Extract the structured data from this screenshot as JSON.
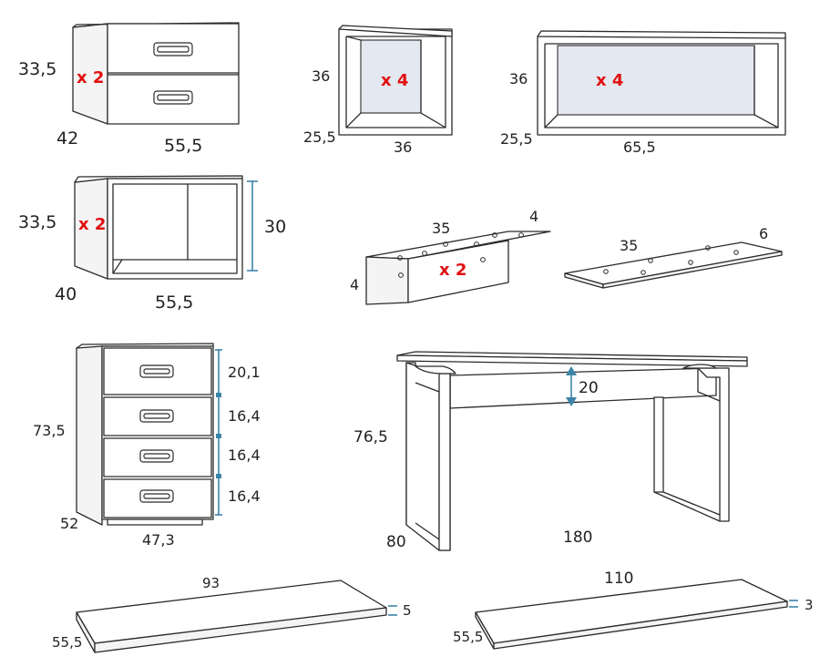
{
  "colors": {
    "line": "#2b2b2b",
    "dimension": "#3c84a8",
    "quantity": "#e01010",
    "back_panel": "#e4e8f0"
  },
  "modules": {
    "drawer_unit_small": {
      "height": "33,5",
      "depth": "42",
      "width": "55,5",
      "quantity": "x 2"
    },
    "cube_shelf": {
      "height": "36",
      "depth": "25,5",
      "width": "36",
      "quantity": "x 4"
    },
    "long_shelf": {
      "height": "36",
      "depth": "25,5",
      "width": "65,5",
      "quantity": "x 4"
    },
    "open_box": {
      "height": "33,5",
      "depth": "40",
      "width": "55,5",
      "inner_height": "30",
      "quantity": "x 2"
    },
    "bracket": {
      "length": "35",
      "top_width": "4",
      "drop": "4",
      "quantity": "x 2"
    },
    "flat_plate": {
      "length": "35",
      "width": "6"
    },
    "chest": {
      "height": "73,5",
      "depth": "52",
      "width": "47,3",
      "drawers": [
        "20,1",
        "16,4",
        "16,4",
        "16,4"
      ]
    },
    "desk": {
      "height": "76,5",
      "depth": "80",
      "width": "180",
      "clearance": "20"
    },
    "board_a": {
      "width": "93",
      "depth": "55,5",
      "thickness": "5"
    },
    "board_b": {
      "width": "110",
      "depth": "55,5",
      "thickness": "3"
    }
  }
}
